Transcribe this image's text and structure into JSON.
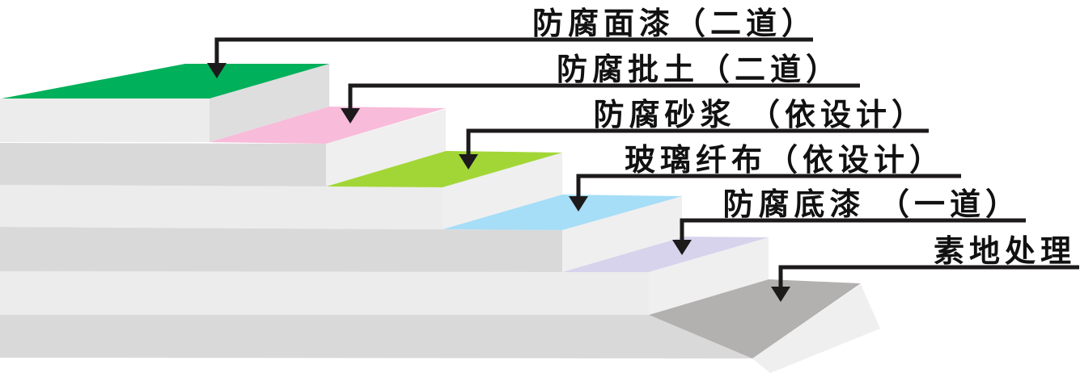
{
  "diagram": {
    "description_labels_language": "zh",
    "layer_count": 6
  },
  "palette": {
    "background": "#ffffff",
    "line": "#1d1a1b",
    "text": "#111111",
    "front_light": "#ececec",
    "front_dark": "#d9d9d9",
    "side_light": "#efefef",
    "side_shaded": "#dedede"
  },
  "layers": [
    {
      "id": "topcoat",
      "label": "防腐面漆（二道）",
      "color": "#00b05a"
    },
    {
      "id": "putty",
      "label": "防腐批土（二道）",
      "color": "#f8bbd9"
    },
    {
      "id": "mortar",
      "label": "防腐砂浆 （依设计）",
      "color": "#a2d637"
    },
    {
      "id": "fiberglass",
      "label": "玻璃纤布（依设计）",
      "color": "#a6ddf7"
    },
    {
      "id": "primer",
      "label": "防腐底漆 （一道）",
      "color": "#d8d3ec"
    },
    {
      "id": "substrate",
      "label": "素地处理",
      "color": "#b3b0b0"
    }
  ]
}
